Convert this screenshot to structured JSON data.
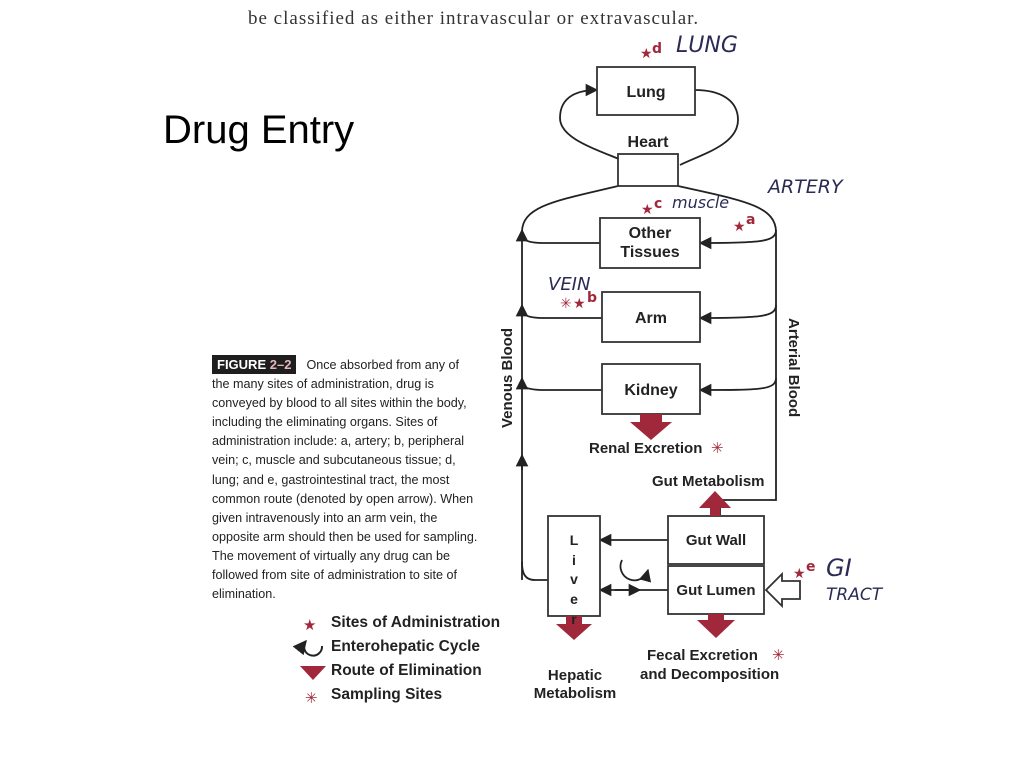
{
  "slide": {
    "title": "Drug Entry",
    "top_text": "be classified as either intravascular or extravascular."
  },
  "figure": {
    "label_prefix": "FIGURE",
    "label_number": "2–2",
    "caption": "Once absorbed from any of the many sites of administration, drug is conveyed by blood to all sites within the body, including the eliminating organs. Sites of administration include: a, artery; b, peripheral vein; c, muscle and subcutaneous tissue; d, lung; and e, gastrointestinal tract, the most common route (denoted by open arrow). When given intravenously into an arm vein, the opposite arm should then be used for sampling. The movement of virtually any drug can be followed from site of administration to site of elimination."
  },
  "diagram": {
    "boxes": {
      "lung": "Lung",
      "heart": "Heart",
      "other_tissues_1": "Other",
      "other_tissues_2": "Tissues",
      "arm": "Arm",
      "kidney": "Kidney",
      "gut_wall": "Gut Wall",
      "gut_lumen": "Gut Lumen",
      "liver_letters": [
        "L",
        "i",
        "v",
        "e",
        "r"
      ]
    },
    "labels": {
      "venous_blood": "Venous Blood",
      "arterial_blood": "Arterial Blood",
      "renal_excretion": "Renal Excretion",
      "gut_metabolism": "Gut Metabolism",
      "fecal_excretion_1": "Fecal Excretion",
      "fecal_excretion_2": "and Decomposition",
      "hepatic_1": "Hepatic",
      "hepatic_2": "Metabolism"
    },
    "site_letters": {
      "a": "a",
      "b": "b",
      "c": "c",
      "d": "d",
      "e": "e"
    },
    "handwriting": {
      "lung": "LUNG",
      "artery": "ARTERY",
      "muscle": "muscle",
      "vein": "VEIN",
      "gi_1": "GI",
      "gi_2": "TRACT"
    },
    "colors": {
      "accent": "#a0283a",
      "line": "#222222",
      "box_border": "#333333"
    }
  },
  "legend": {
    "items": [
      {
        "icon": "star-icon",
        "label": "Sites of Administration"
      },
      {
        "icon": "cycle-arrow-icon",
        "label": "Enterohepatic Cycle"
      },
      {
        "icon": "down-arrow-icon",
        "label": "Route of Elimination"
      },
      {
        "icon": "asterisk-icon",
        "label": "Sampling Sites"
      }
    ]
  }
}
